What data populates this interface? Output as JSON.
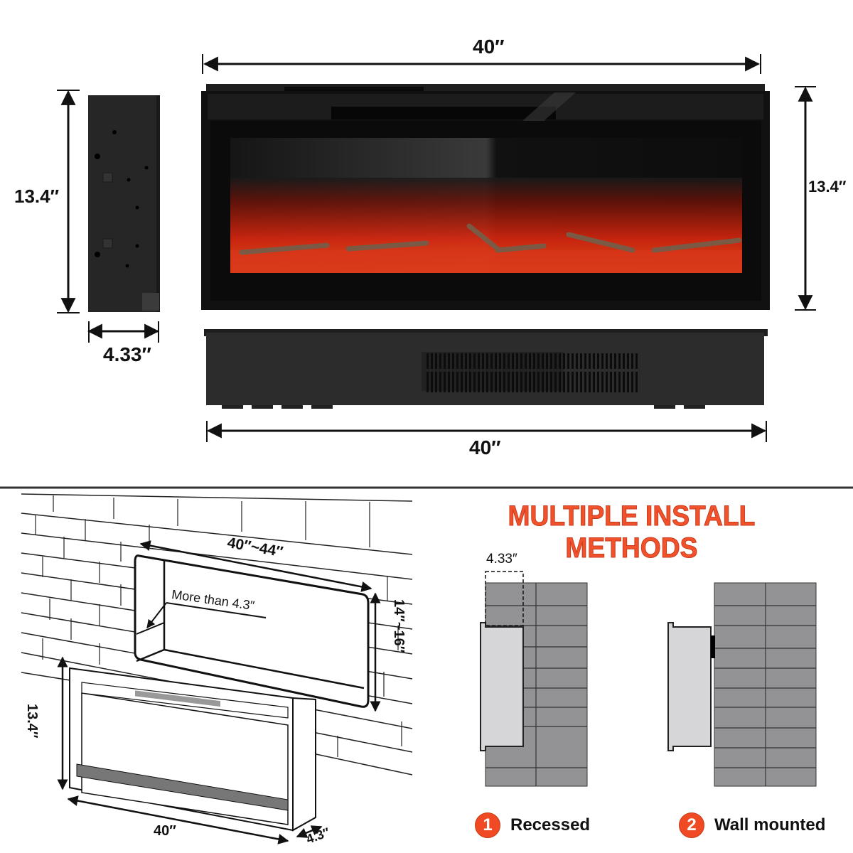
{
  "top_section": {
    "side_view": {
      "height_label": "13.4″",
      "depth_label": "4.33″"
    },
    "front_view": {
      "width_label": "40″",
      "height_label": "13.4″"
    },
    "top_view": {
      "width_label": "40″"
    }
  },
  "bottom_section": {
    "install_diagram": {
      "opening_width_label": "40″~44″",
      "opening_depth_label": "More than 4.3″",
      "opening_height_label": "14″~16″",
      "unit_height_label": "13.4″",
      "unit_width_label": "40″",
      "unit_depth_label": "4.3″"
    },
    "methods": {
      "title": "MULTIPLE INSTALL METHODS",
      "recess_depth_label": "4.33″",
      "items": [
        {
          "number": "1",
          "label": "Recessed"
        },
        {
          "number": "2",
          "label": "Wall mounted"
        }
      ]
    }
  },
  "colors": {
    "accent": "#ef4a24",
    "unit_body": "#2a2a2a",
    "brick_fill": "#939396",
    "unit_side_fill": "#d6d6d8"
  }
}
